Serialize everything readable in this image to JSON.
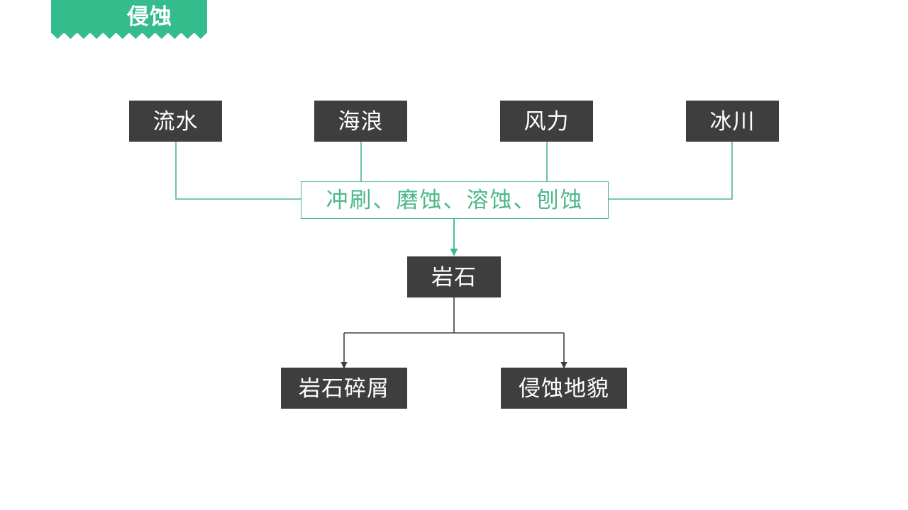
{
  "banner": {
    "title": "侵蚀",
    "bg_color": "#35bc8d",
    "text_color": "#ffffff"
  },
  "colors": {
    "green_accent": "#35bc8d",
    "green_line": "#4bb790",
    "green_text": "#4db88a",
    "dark_box": "#3e3e3e",
    "dark_line": "#404040",
    "box_text": "#ffffff",
    "background": "#ffffff"
  },
  "diagram": {
    "type": "flow-diagram",
    "agents": [
      {
        "id": "liushui",
        "label": "流水"
      },
      {
        "id": "hailang",
        "label": "海浪"
      },
      {
        "id": "fengli",
        "label": "风力"
      },
      {
        "id": "bingchuan",
        "label": "冰川"
      }
    ],
    "process": {
      "id": "process",
      "label": "冲刷、磨蚀、溶蚀、刨蚀"
    },
    "subject": {
      "id": "yanshi",
      "label": "岩石"
    },
    "outputs": [
      {
        "id": "suixie",
        "label": "岩石碎屑"
      },
      {
        "id": "dimao",
        "label": "侵蚀地貌"
      }
    ]
  }
}
